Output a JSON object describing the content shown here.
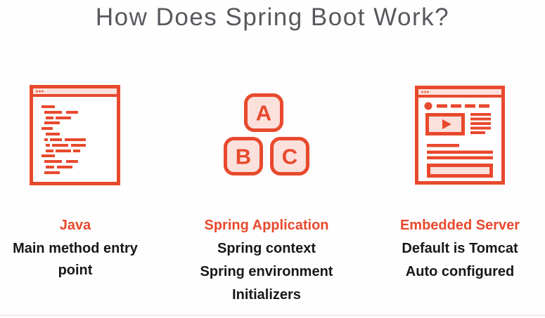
{
  "title": "How Does Spring Boot Work?",
  "colors": {
    "accent": "#E8492D",
    "accent_fill": "#FBE0DB",
    "title_gray": "#57585D",
    "text_black": "#17181A"
  },
  "columns": [
    {
      "icon": "code-window-icon",
      "heading": "Java",
      "details": [
        "Main method entry point"
      ]
    },
    {
      "icon": "abc-blocks-icon",
      "heading": "Spring Application",
      "details": [
        "Spring context",
        "Spring environment",
        "Initializers"
      ],
      "block_letters": [
        "A",
        "B",
        "C"
      ]
    },
    {
      "icon": "browser-video-icon",
      "heading": "Embedded Server",
      "details": [
        "Default is Tomcat",
        "Auto configured"
      ]
    }
  ]
}
